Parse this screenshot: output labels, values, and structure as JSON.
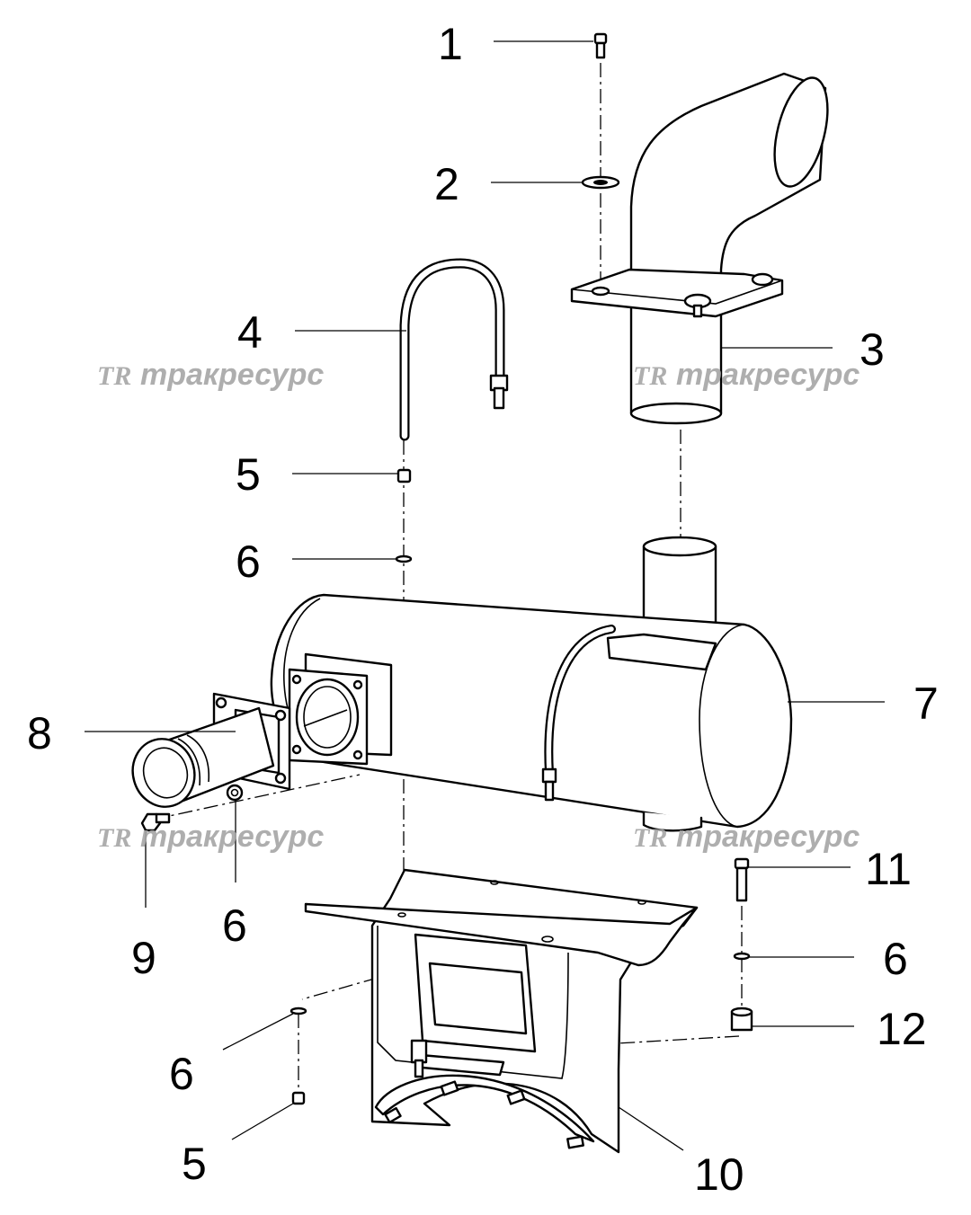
{
  "callouts": [
    "1",
    "2",
    "3",
    "4",
    "5",
    "6",
    "6",
    "6",
    "6",
    "7",
    "8",
    "9",
    "10",
    "11",
    "12",
    "5"
  ],
  "watermark": {
    "logo_text": "TR",
    "brand_text": "тракресурс",
    "color": "#a6a6a6"
  },
  "colors": {
    "line": "#000000",
    "background": "#ffffff"
  }
}
